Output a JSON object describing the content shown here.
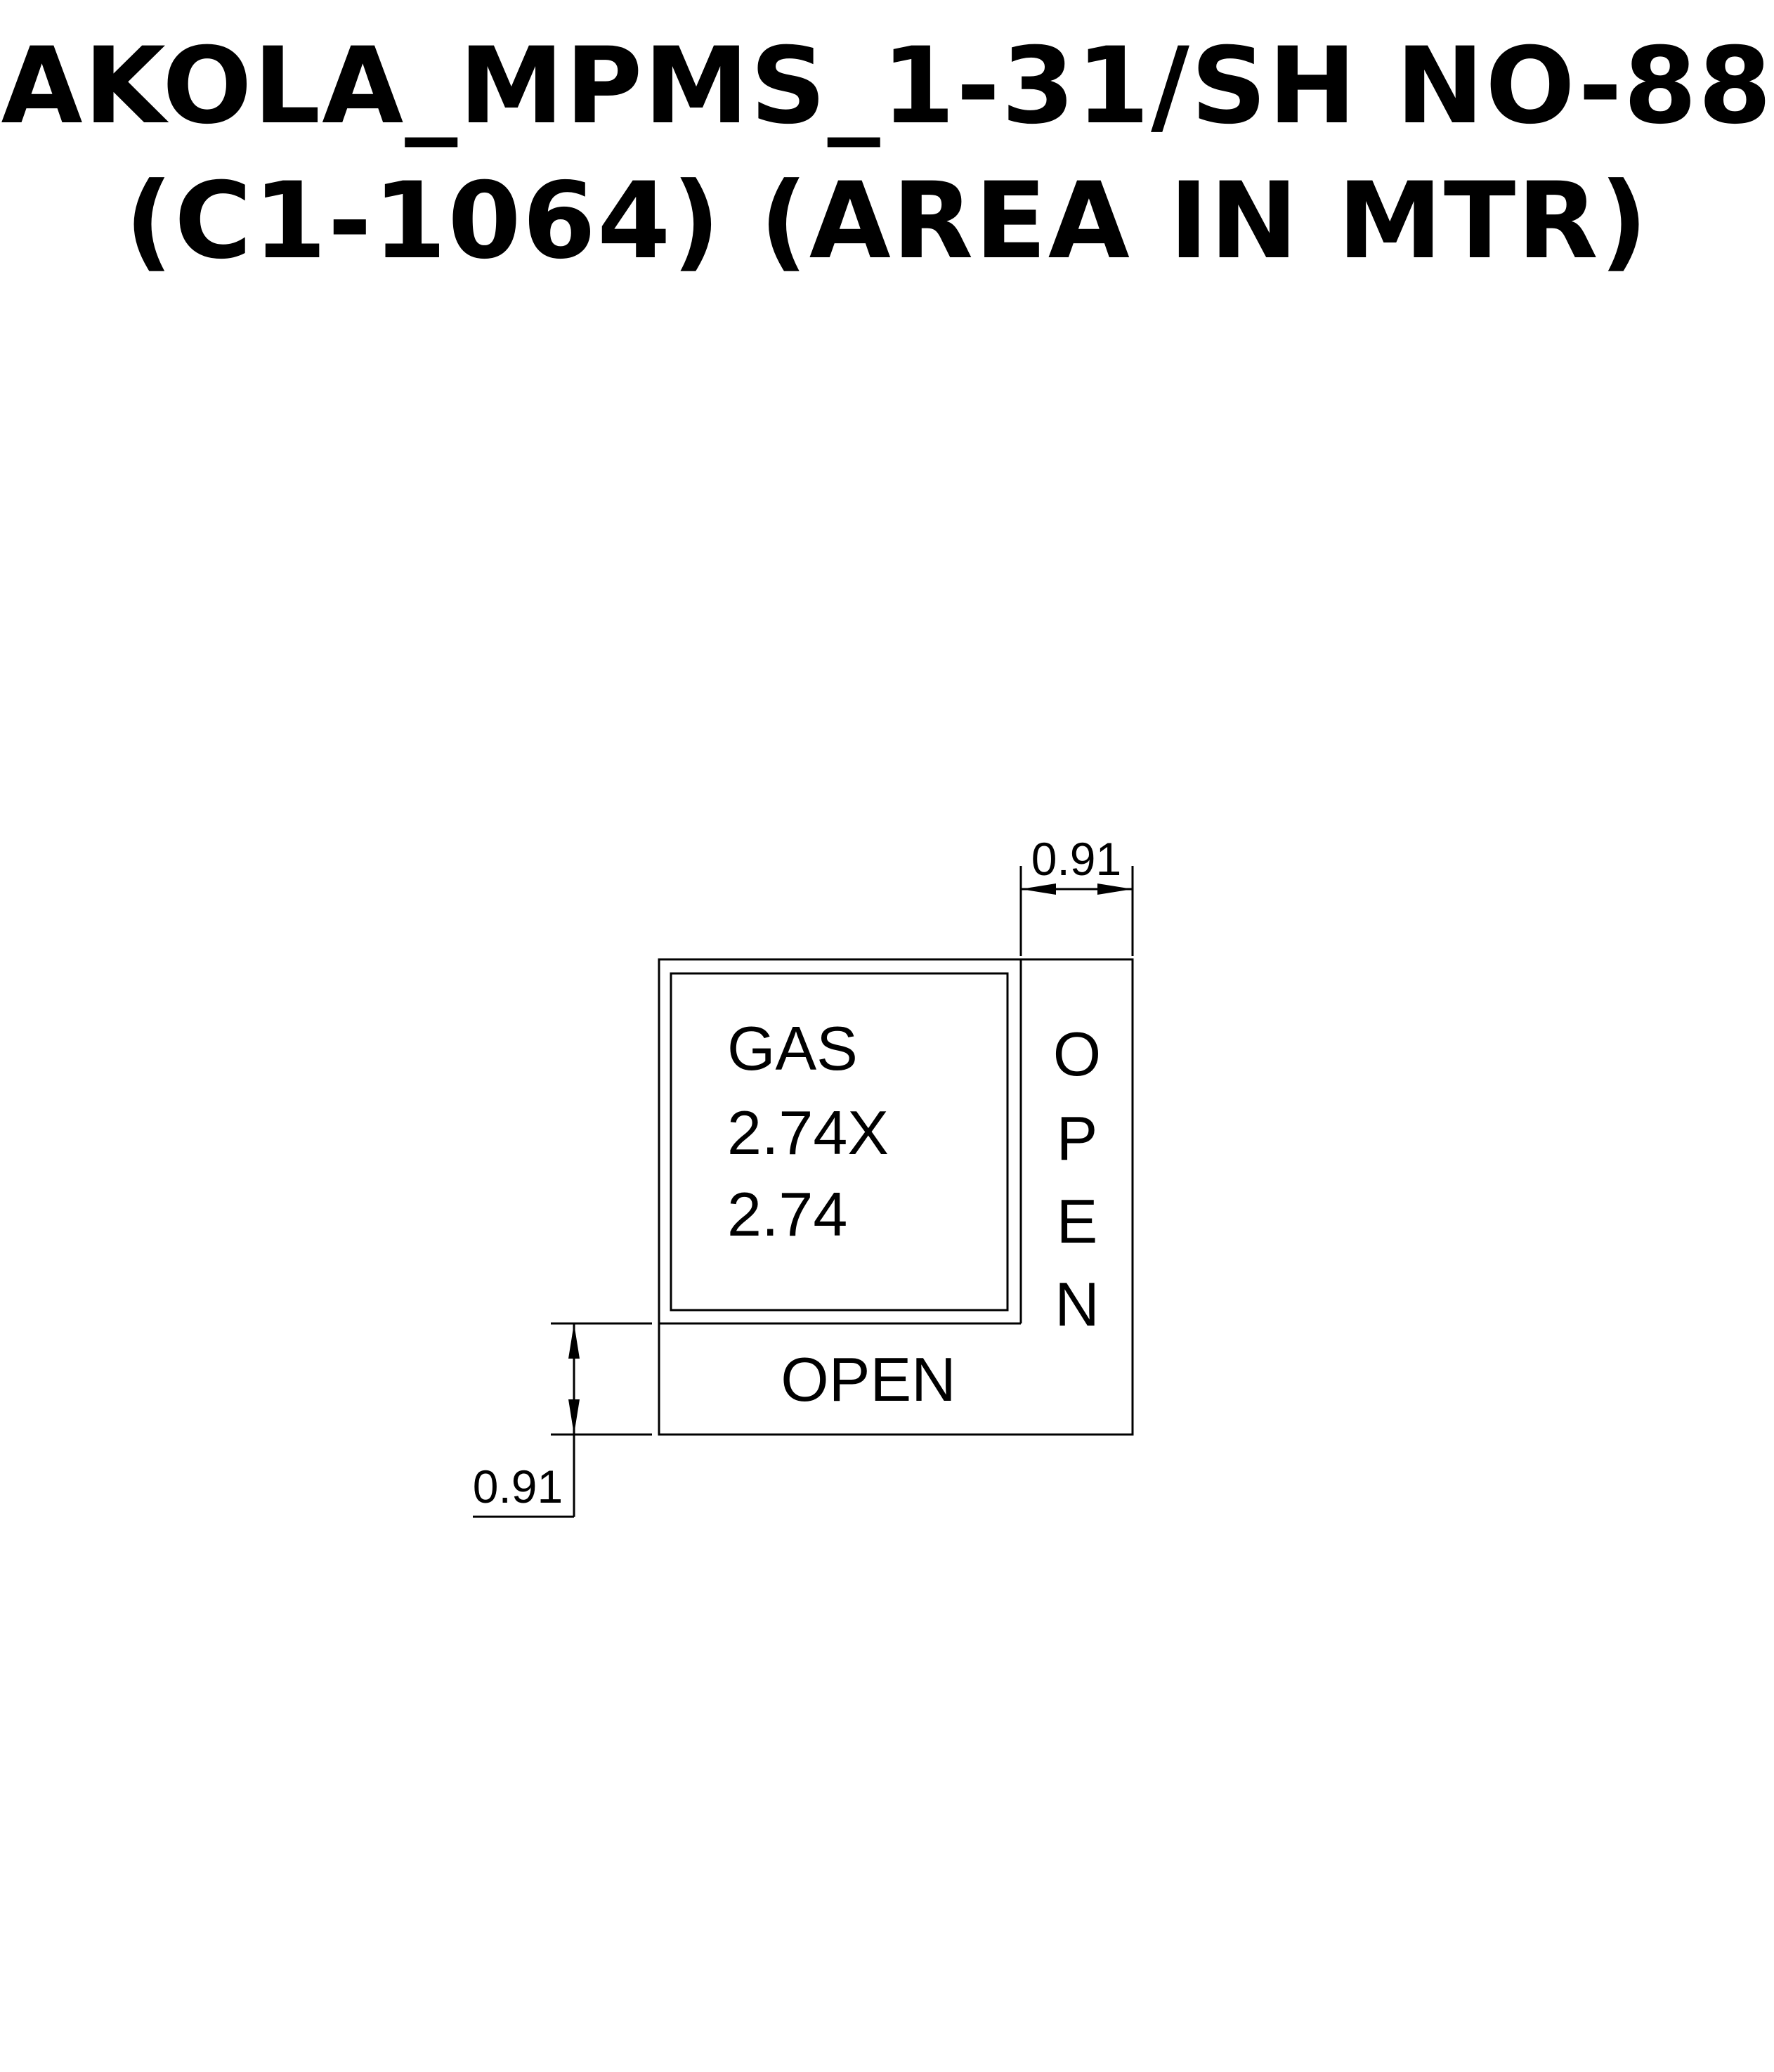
{
  "title": {
    "line1": "AKOLA_MPMS_1-31/SH NO-88",
    "line2": "(C1-1064) (AREA IN MTR)"
  },
  "plan": {
    "room": {
      "name": "GAS",
      "dimensions": "2.74X",
      "dimensions_second": "2.74"
    },
    "open_right": {
      "letters": [
        "O",
        "P",
        "E",
        "N"
      ]
    },
    "open_bottom": {
      "label": "OPEN"
    },
    "dim_top": {
      "value": "0.91"
    },
    "dim_left": {
      "value": "0.91"
    }
  }
}
